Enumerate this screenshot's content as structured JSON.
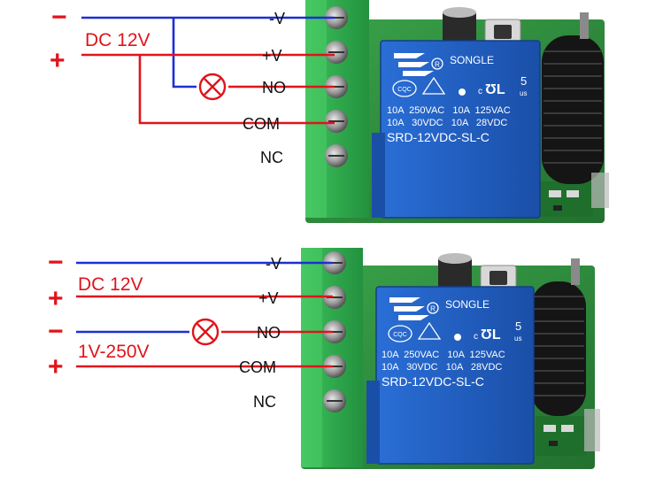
{
  "colors": {
    "wire_negative": "#1c2fd4",
    "wire_positive": "#e0141b",
    "terminal_green": "#2ea84a",
    "pcb_green": "#2f8f3c",
    "relay_blue": "#1f5fc2",
    "antenna_black": "#151515"
  },
  "diagrams": [
    {
      "supply_label": "DC 12V",
      "supply_neg_sign": "−",
      "supply_pos_sign": "+",
      "terminals": [
        "-V",
        "+V",
        "NO",
        "COM",
        "NC"
      ],
      "load_label": "",
      "relay": {
        "brand": "SONGLE",
        "rating_1": "10A  250VAC   10A  125VAC",
        "rating_2": "10A   30VDC   10A   28VDC",
        "model": "SRD-12VDC-SL-C",
        "cert_1": "CQC",
        "cert_2": "c",
        "cert_3": "us",
        "cert_num": "5"
      },
      "icons": [
        "lamp-icon",
        "songle-logo-icon"
      ]
    },
    {
      "supply_label": "DC 12V",
      "supply_neg_sign": "−",
      "supply_pos_sign": "+",
      "terminals": [
        "-V",
        "+V",
        "NO",
        "COM",
        "NC"
      ],
      "load_label": "1V-250V",
      "load_neg_sign": "−",
      "load_pos_sign": "+",
      "relay": {
        "brand": "SONGLE",
        "rating_1": "10A  250VAC   10A  125VAC",
        "rating_2": "10A   30VDC   10A   28VDC",
        "model": "SRD-12VDC-SL-C",
        "cert_1": "CQC",
        "cert_2": "c",
        "cert_3": "us",
        "cert_num": "5"
      },
      "icons": [
        "lamp-icon",
        "songle-logo-icon"
      ]
    }
  ]
}
